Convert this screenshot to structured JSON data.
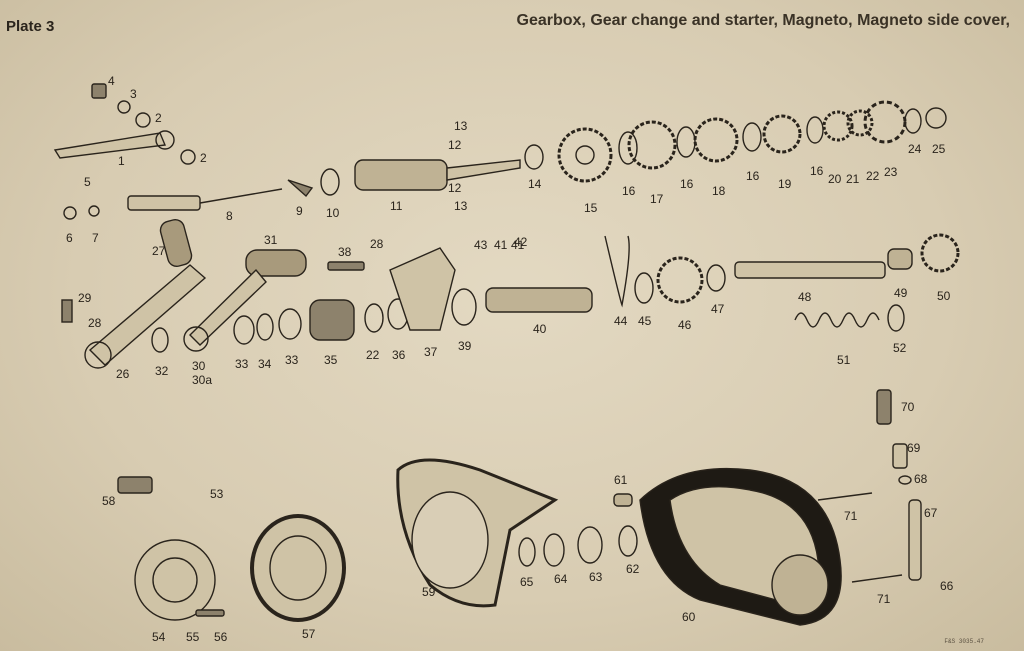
{
  "plate": "Plate 3",
  "title": "Gearbox, Gear change and starter, Magneto, Magneto side cover,",
  "footer_code": "F&S 3035.47",
  "colors": {
    "paper": "#d9ceb6",
    "ink": "#2a241c"
  },
  "part_numbers": [
    "1",
    "2",
    "2",
    "3",
    "4",
    "5",
    "6",
    "7",
    "8",
    "9",
    "10",
    "11",
    "12",
    "12",
    "13",
    "13",
    "14",
    "15",
    "16",
    "16",
    "16",
    "16",
    "17",
    "18",
    "19",
    "20",
    "21",
    "22",
    "23",
    "24",
    "25",
    "26",
    "27",
    "28",
    "28",
    "29",
    "30",
    "30a",
    "31",
    "32",
    "33",
    "33",
    "34",
    "35",
    "22",
    "36",
    "37",
    "38",
    "39",
    "40",
    "41",
    "41",
    "42",
    "43",
    "44",
    "45",
    "46",
    "47",
    "48",
    "49",
    "50",
    "51",
    "52",
    "53",
    "54",
    "55",
    "56",
    "57",
    "58",
    "59",
    "60",
    "61",
    "62",
    "63",
    "64",
    "65",
    "66",
    "67",
    "68",
    "69",
    "70",
    "71",
    "71"
  ]
}
